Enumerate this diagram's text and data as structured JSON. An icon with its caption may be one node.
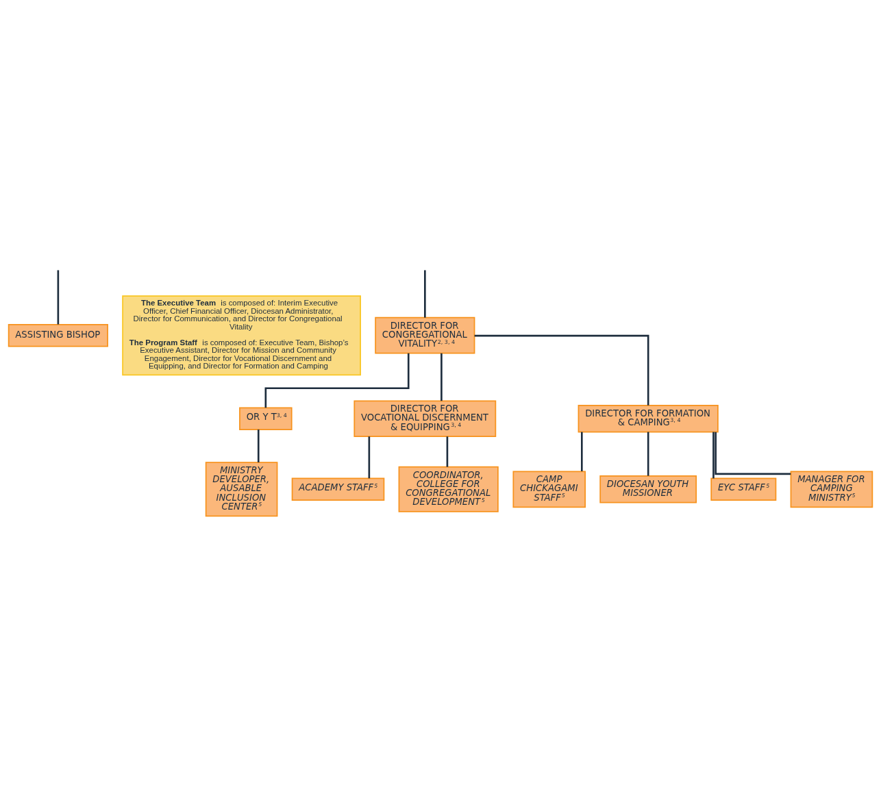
{
  "diagram": {
    "nodes": [
      {
        "text": [
          "ASSISTING BISHOP"
        ]
      },
      {
        "text": [
          "**The Executive Team** is composed of: Interim Executive Officer, Chief Financial Officer, Diocesan Administrator, Director for Communication, and Director for Congregational Vitality",
          "**The Program Staff** is composed of: Executive Team, Bishop’s Executive Assistant, Director for Mission and Community Engagement, Director for Vocational Discernment and Equipping, and Director for Formation and Camping"
        ]
      },
      {
        "text": [
          "DIRECTOR FOR CONGREGATIONAL VITALITY$^{2, 3, 4}$"
        ]
      },
      {
        "text": [
          "OR Y T$^{3, 4}$"
        ]
      },
      {
        "text": [
          "DIRECTOR FOR VOCATIONAL DISCERNMENT & EQUIPPING$^{3, 4}$"
        ]
      },
      {
        "text": [
          "DIRECTOR FOR FORMATION & CAMPING$^{3, 4}$"
        ]
      },
      {
        "text": [
          "MINISTRY DEVELOPER, AUSABLE INCLUSION CENTER$^{5}$"
        ]
      },
      {
        "text": [
          "ACADEMY STAFF$^{5}$"
        ]
      },
      {
        "text": [
          "COORDINATOR, COLLEGE FOR CONGREGATIONAL DEVELOPMENT$^{5}$"
        ]
      },
      {
        "text": [
          "CAMP CHICKAGAMI STAFF$^{5}$"
        ]
      },
      {
        "text": [
          "DIOCESAN YOUTH MISSIONER"
        ]
      },
      {
        "text": [
          "EYC STAFF$^{5}$"
        ]
      },
      {
        "text": [
          "MANAGER FOR CAMPING MINISTRY$^{5}$"
        ]
      }
    ],
    "edges": [
      {
        "from": null,
        "to": 0,
        "arrow": "none"
      },
      {
        "from": null,
        "to": 2,
        "arrow": "none"
      },
      {
        "from": 2,
        "to": 3,
        "arrow": "none"
      },
      {
        "from": 2,
        "to": 4,
        "arrow": "none"
      },
      {
        "from": 2,
        "to": 5,
        "arrow": "none"
      },
      {
        "from": 3,
        "to": 6,
        "arrow": "none"
      },
      {
        "from": 4,
        "to": 7,
        "arrow": "none"
      },
      {
        "from": 4,
        "to": 8,
        "arrow": "none"
      },
      {
        "from": 5,
        "to": 9,
        "arrow": "none"
      },
      {
        "from": 5,
        "to": 10,
        "arrow": "none"
      },
      {
        "from": 5,
        "to": 11,
        "arrow": "none"
      },
      {
        "from": 5,
        "to": 12,
        "arrow": "none"
      }
    ]
  }
}
